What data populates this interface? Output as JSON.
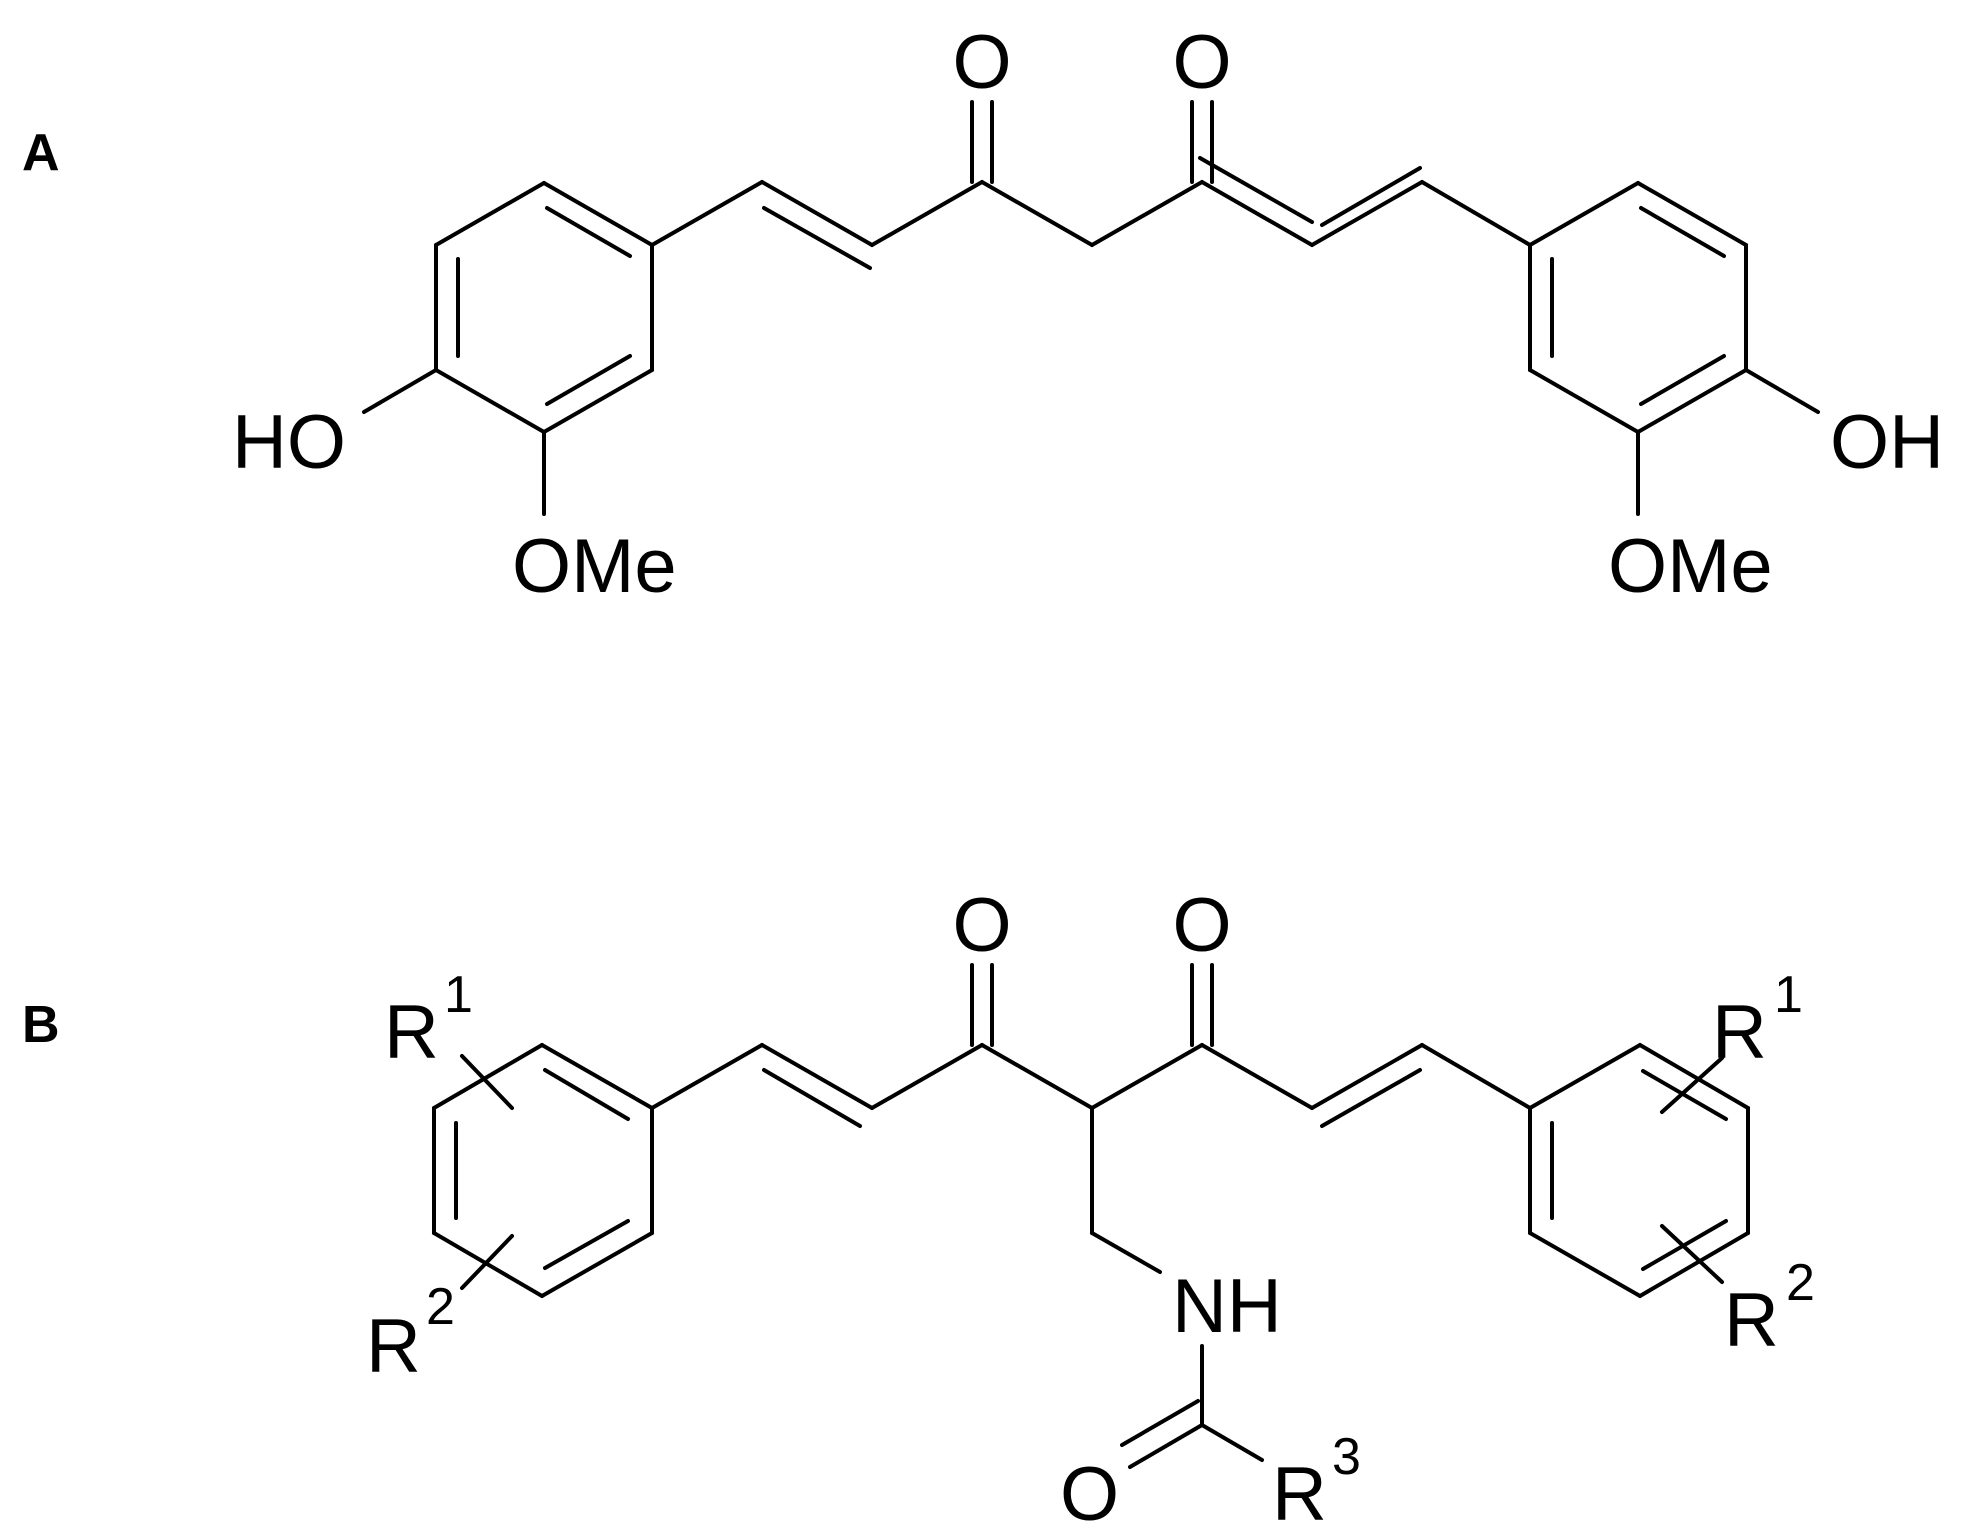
{
  "panels": {
    "a": {
      "label": "A",
      "atoms": {
        "o_left": "O",
        "o_right": "O",
        "ho_left": "HO",
        "ome_left": "OMe",
        "oh_right": "OH",
        "ome_right": "OMe"
      }
    },
    "b": {
      "label": "B",
      "atoms": {
        "o_left": "O",
        "o_right": "O",
        "nh": "NH",
        "o_amide": "O",
        "r1_left": "R",
        "r1_left_sup": "1",
        "r2_left": "R",
        "r2_left_sup": "2",
        "r1_right": "R",
        "r1_right_sup": "1",
        "r2_right": "R",
        "r2_right_sup": "2",
        "r3": "R",
        "r3_sup": "3"
      }
    }
  },
  "colors": {
    "ink": "#000000",
    "background": "#ffffff"
  }
}
